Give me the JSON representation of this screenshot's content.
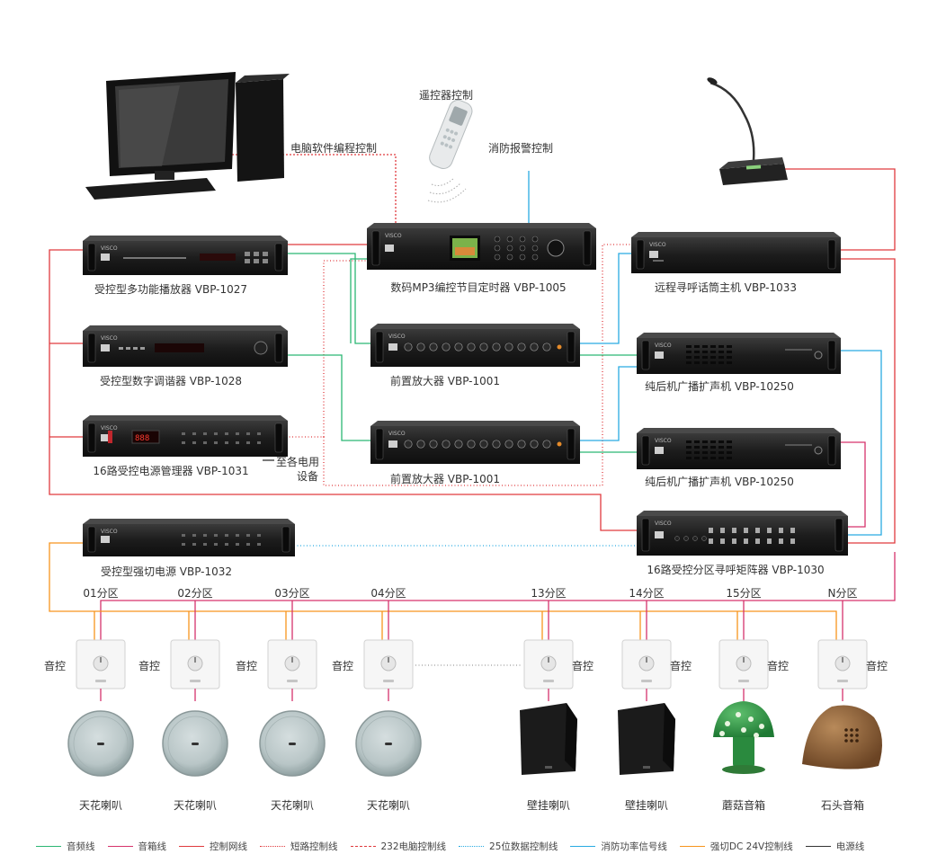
{
  "devices": {
    "multi_player": "受控型多功能播放器 VBP-1027",
    "tuner": "受控型数字调谐器 VBP-1028",
    "power_manager": "16路受控电源管理器 VBP-1031",
    "power_cut": "受控型强切电源 VBP-1032",
    "mp3_timer": "数码MP3编控节目定时器 VBP-1005",
    "preamp_1": "前置放大器 VBP-1001",
    "preamp_2": "前置放大器 VBP-1001",
    "paging_host": "远程寻呼话筒主机 VBP-1033",
    "amp_1": "纯后机广播扩声机 VBP-10250",
    "amp_2": "纯后机广播扩声机 VBP-10250",
    "matrix": "16路受控分区寻呼矩阵器 VBP-1030"
  },
  "control_labels": {
    "pc": "电脑软件编程控制",
    "remote": "遥控器控制",
    "fire": "消防报警控制",
    "equip_line1": "至各电用",
    "equip_line2": "设备"
  },
  "brand": "VISCO",
  "zones": [
    "01分区",
    "02分区",
    "03分区",
    "04分区",
    "13分区",
    "14分区",
    "15分区",
    "N分区"
  ],
  "volume_label": "音控",
  "speakers": [
    "天花喇叭",
    "天花喇叭",
    "天花喇叭",
    "天花喇叭",
    "壁挂喇叭",
    "壁挂喇叭",
    "蘑菇音箱",
    "石头音箱"
  ],
  "legend": [
    {
      "label": "音频线",
      "color": "#2bb673",
      "style": "solid"
    },
    {
      "label": "音箱线",
      "color": "#d6336c",
      "style": "solid"
    },
    {
      "label": "控制网线",
      "color": "#e03a3e",
      "style": "solid"
    },
    {
      "label": "短路控制线",
      "color": "#e03a3e",
      "style": "dotted"
    },
    {
      "label": "232电脑控制线",
      "color": "#e03a3e",
      "style": "dashed"
    },
    {
      "label": "25位数据控制线",
      "color": "#29abe2",
      "style": "dotted"
    },
    {
      "label": "消防功率信号线",
      "color": "#29abe2",
      "style": "solid"
    },
    {
      "label": "强切DC 24V控制线",
      "color": "#f7941d",
      "style": "solid"
    },
    {
      "label": "电源线",
      "color": "#333333",
      "style": "solid"
    }
  ]
}
